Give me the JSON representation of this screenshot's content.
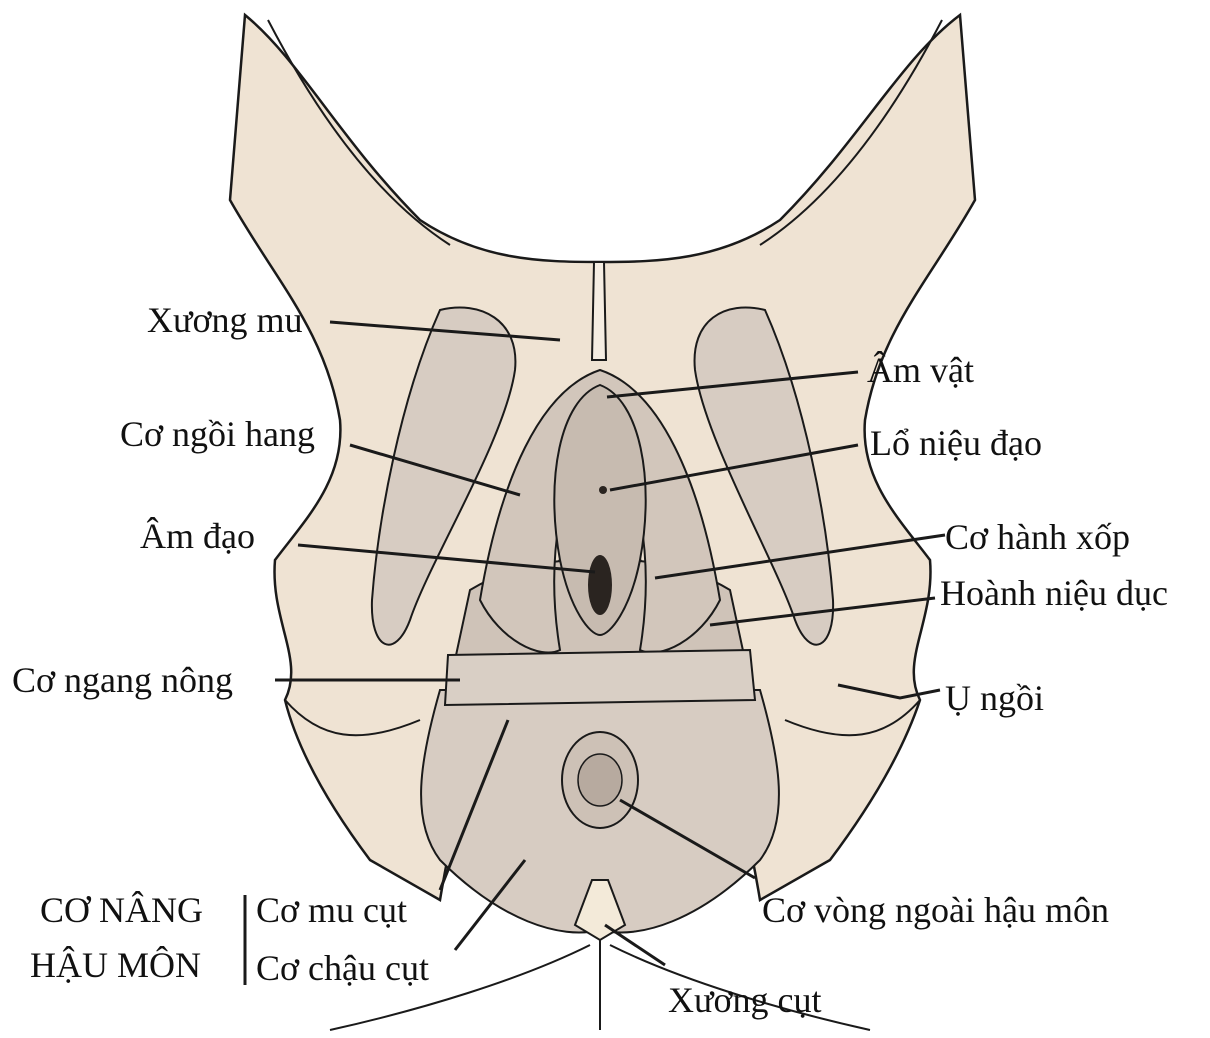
{
  "colors": {
    "bone": "#efe3d3",
    "bone_shade": "#e2d2bd",
    "muscle": "#d7ccc2",
    "muscle_dark": "#b9aca1",
    "line": "#1a1a1a"
  },
  "labels": {
    "pubic_bone": "Xương mu",
    "clitoris": "Âm vật",
    "ischiocavernosus": "Cơ ngồi hang",
    "urethral_opening": "Lổ niệu đạo",
    "vagina": "Âm đạo",
    "bulbospongiosus": "Cơ hành xốp",
    "urogenital_diaphragm": "Hoành niệu dục",
    "superficial_transverse": "Cơ ngang nông",
    "ischial_tuberosity": "Ụ ngồi",
    "levator_ani_line1": "CƠ NÂNG",
    "levator_ani_line2": "HẬU MÔN",
    "pubococcygeus": "Cơ mu cụt",
    "iliococcygeus": "Cơ chậu cụt",
    "external_anal_sphincter": "Cơ vòng ngoài hậu môn",
    "coccyx": "Xương cụt"
  }
}
